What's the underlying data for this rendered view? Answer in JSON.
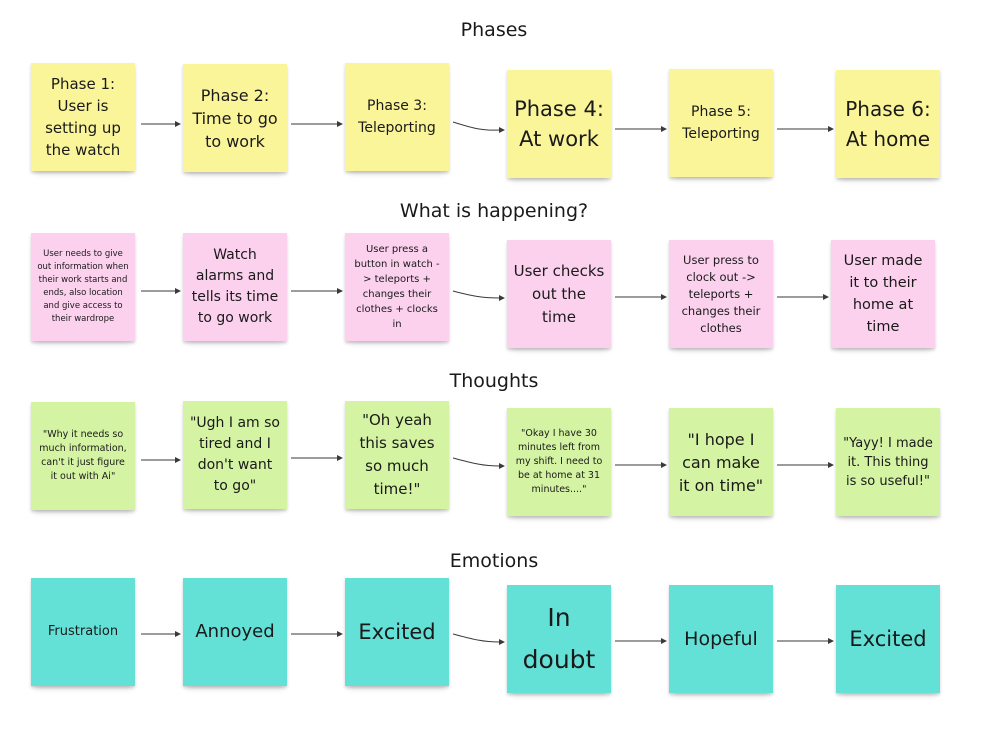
{
  "rows": [
    {
      "title": "Phases",
      "notes": [
        "Phase 1: User is setting up the watch",
        "Phase 2: Time to go to work",
        "Phase 3: Teleporting",
        "Phase 4: At work",
        "Phase 5: Teleporting",
        "Phase 6: At home"
      ]
    },
    {
      "title": "What is happening?",
      "notes": [
        "User needs to give out information when their work starts and ends, also location and give access to their wardrope",
        "Watch alarms and tells its time to go work",
        "User press a button in watch -> teleports + changes their clothes + clocks in",
        "User checks out the time",
        "User press to clock out -> teleports + changes their clothes",
        "User made it to their home at time"
      ]
    },
    {
      "title": "Thoughts",
      "notes": [
        "\"Why it needs so much information, can't it just figure it out with Ai\"",
        "\"Ugh I am so tired and I don't want to go\"",
        "\"Oh yeah this saves so much time!\"",
        "\"Okay I have 30 minutes left from my shift. I need to be at home at 31 minutes....\"",
        "\"I hope I can make it on time\"",
        "\"Yayy! I made it. This thing is so useful!\""
      ]
    },
    {
      "title": "Emotions",
      "notes": [
        "Frustration",
        "Annoyed",
        "Excited",
        "In doubt",
        "Hopeful",
        "Excited"
      ]
    }
  ],
  "colors": {
    "yellow": "#fbf59a",
    "pink": "#fbd1ee",
    "green": "#d4f3a3",
    "teal": "#63e1d6",
    "arrow": "#3a3a3a"
  }
}
